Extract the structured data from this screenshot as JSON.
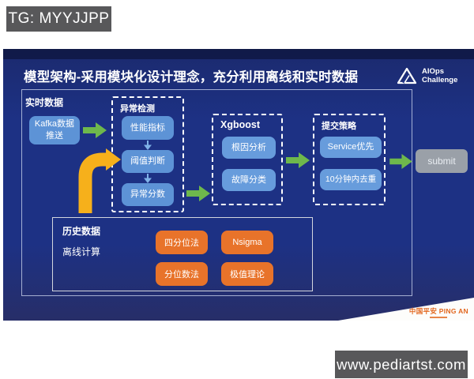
{
  "badges": {
    "top_left": "TG: MYYJJPP",
    "bottom_right": "www.pediartst.com"
  },
  "slide": {
    "title": "模型架构-采用模块化设计理念，充分利用离线和实时数据",
    "aiops_logo": {
      "line1": "AIOps",
      "line2": "Challenge"
    },
    "realtime_section": {
      "label": "实时数据",
      "kafka_box": {
        "line1": "Kafka数据",
        "line2": "推送"
      }
    },
    "anomaly_box": {
      "label": "异常检测",
      "steps": [
        "性能指标",
        "阈值判断",
        "异常分数"
      ]
    },
    "xgboost_box": {
      "label": "Xgboost",
      "items": [
        "根因分析",
        "故障分类"
      ]
    },
    "strategy_box": {
      "label": "提交策略",
      "items": [
        "Service优先",
        "10分钟内去重"
      ]
    },
    "submit_button": "submit",
    "history_box": {
      "title": "历史数据",
      "subtitle": "离线计算",
      "methods": [
        "四分位法",
        "Nsigma",
        "分位数法",
        "极值理论"
      ]
    },
    "pingan_logo": "中国平安 PING AN",
    "colors": {
      "slide_bg": "#1d3184",
      "node_blue": "#5d93d6",
      "node_orange": "#e8732a",
      "arrow_green": "#6eb84c",
      "arrow_yellow": "#f6b01b",
      "submit_gray": "#9aa0a8",
      "badge_gray": "#58585a",
      "pingan_orange": "#e2661d"
    }
  }
}
